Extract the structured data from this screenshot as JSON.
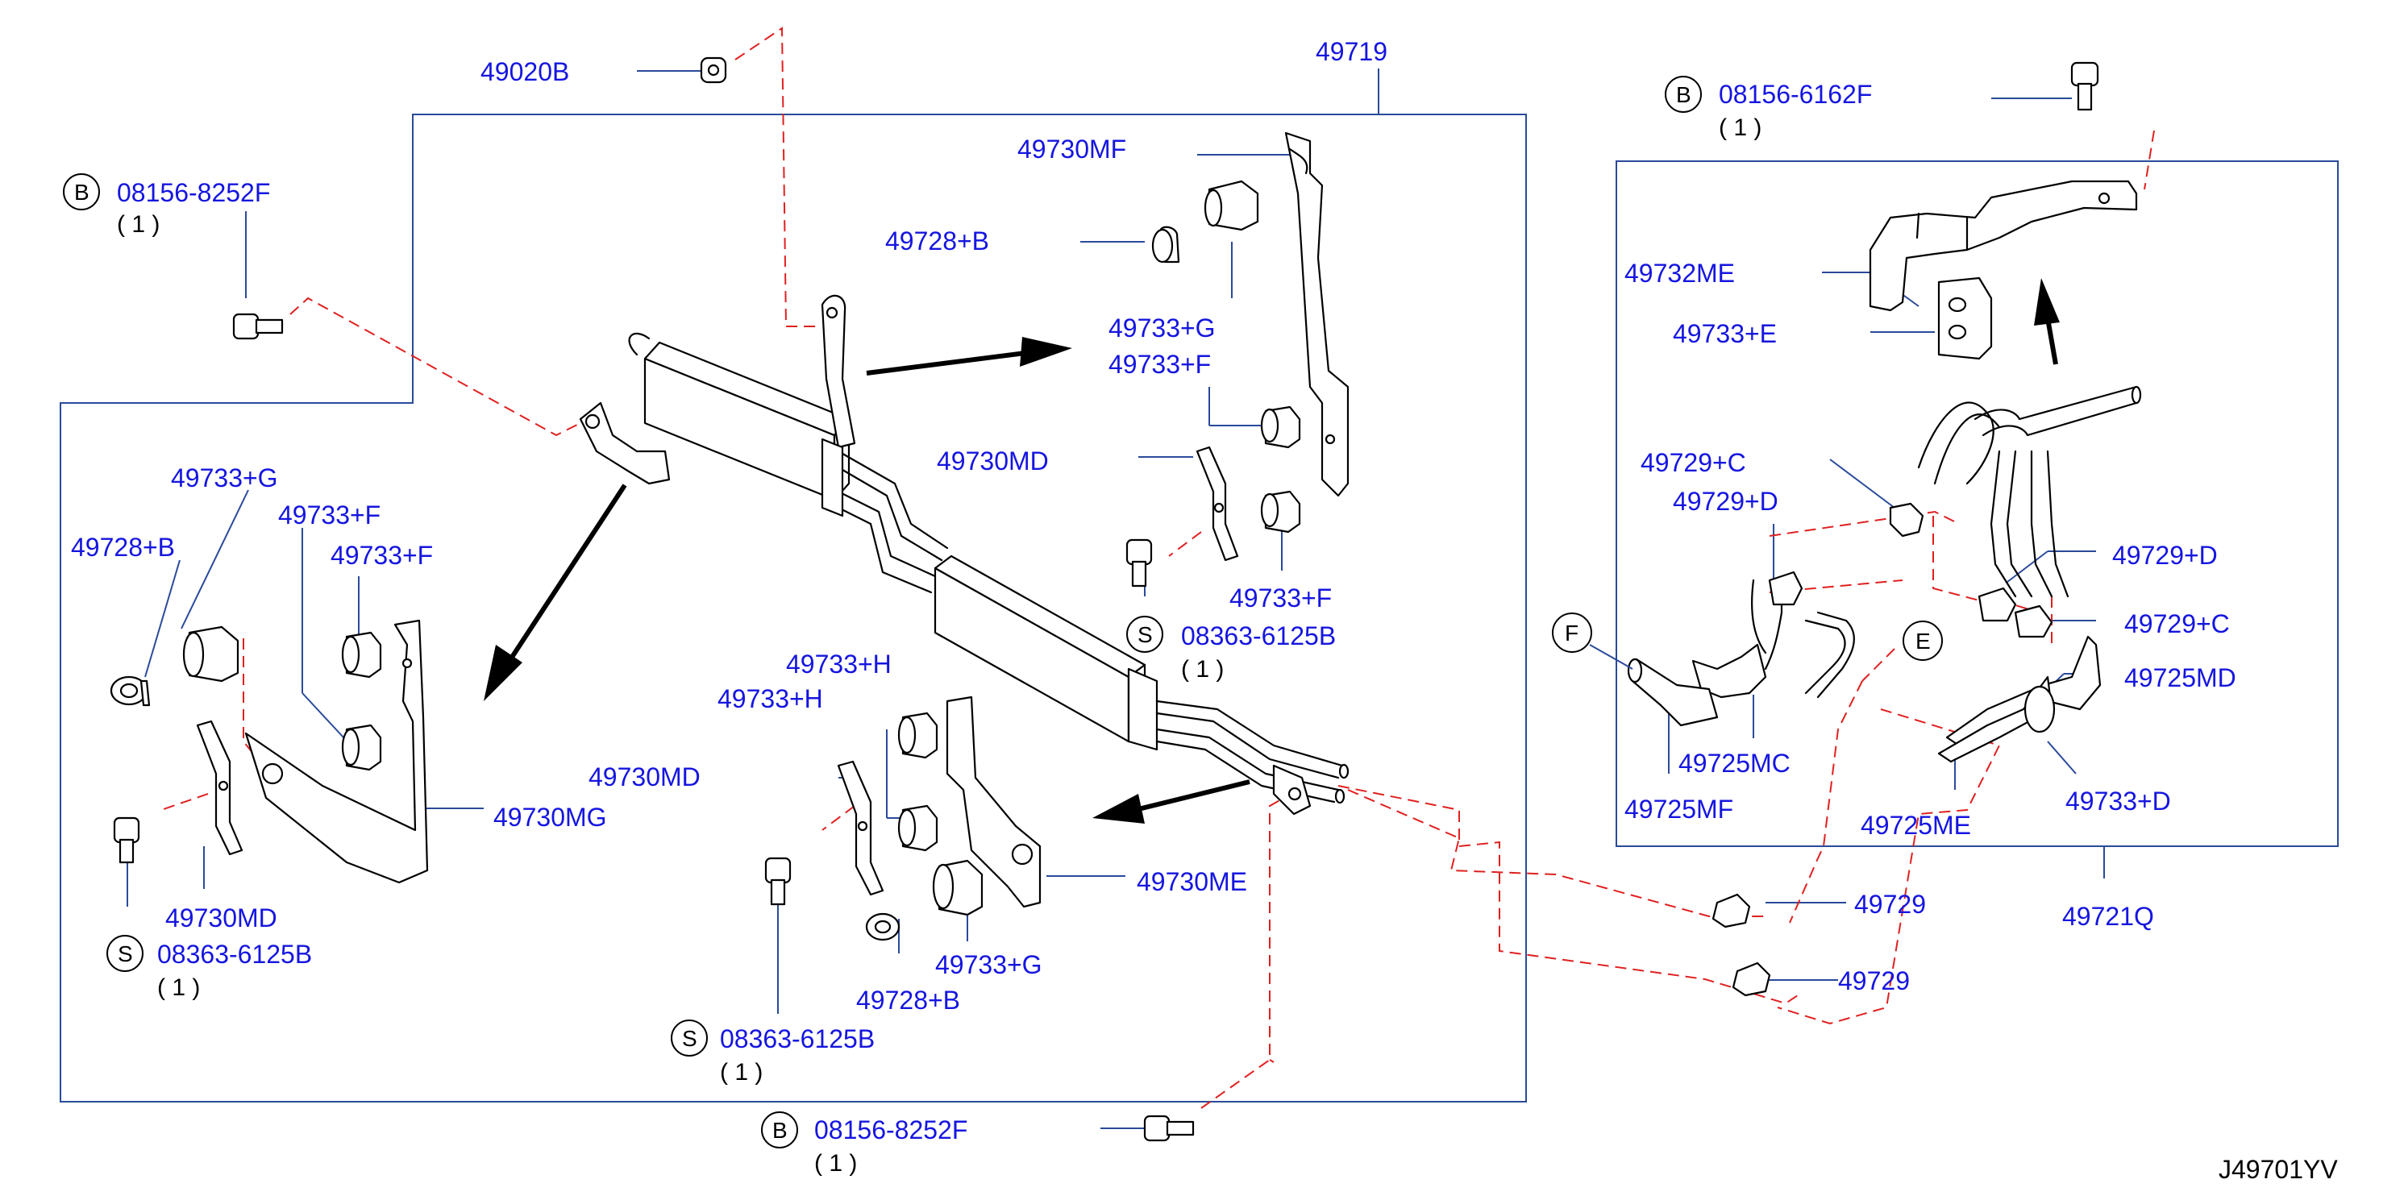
{
  "drawing_id": "J49701YV",
  "labels": {
    "p49020b": "49020B",
    "p49719": "49719",
    "p49730mf": "49730MF",
    "p49728b_top": "49728+B",
    "p49733g_top": "49733+G",
    "p49733f_top": "49733+F",
    "p49730md_mid": "49730MD",
    "p49733f_mid": "49733+F",
    "p49733g_left": "49733+G",
    "p49733f_left1": "49733+F",
    "p49733f_left2": "49733+F",
    "p49728b_left": "49728+B",
    "p49730mg": "49730MG",
    "p49730md_left": "49730MD",
    "p49733h_1": "49733+H",
    "p49733h_2": "49733+H",
    "p49730md_low": "49730MD",
    "p49730me": "49730ME",
    "p49733g_low": "49733+G",
    "p49728b_low": "49728+B",
    "p49732me": "49732ME",
    "p49733e": "49733+E",
    "p49729c_1": "49729+C",
    "p49729d_1": "49729+D",
    "p49729d_2": "49729+D",
    "p49729c_2": "49729+C",
    "p49725md": "49725MD",
    "p49725mc": "49725MC",
    "p49725mf": "49725MF",
    "p49725me": "49725ME",
    "p49733d": "49733+D",
    "p49721q": "49721Q",
    "p49729_1": "49729",
    "p49729_2": "49729"
  },
  "callouts": {
    "b_tl": {
      "mark": "B",
      "part": "08156-8252F",
      "qty": "( 1 )"
    },
    "b_tr": {
      "mark": "B",
      "part": "08156-6162F",
      "qty": "( 1 )"
    },
    "b_bottom": {
      "mark": "B",
      "part": "08156-8252F",
      "qty": "( 1 )"
    },
    "s_left": {
      "mark": "S",
      "part": "08363-6125B",
      "qty": "( 1 )"
    },
    "s_mid": {
      "mark": "S",
      "part": "08363-6125B",
      "qty": "( 1 )"
    },
    "s_low": {
      "mark": "S",
      "part": "08363-6125B",
      "qty": "( 1 )"
    }
  },
  "refs": {
    "f": "F",
    "e": "E"
  }
}
